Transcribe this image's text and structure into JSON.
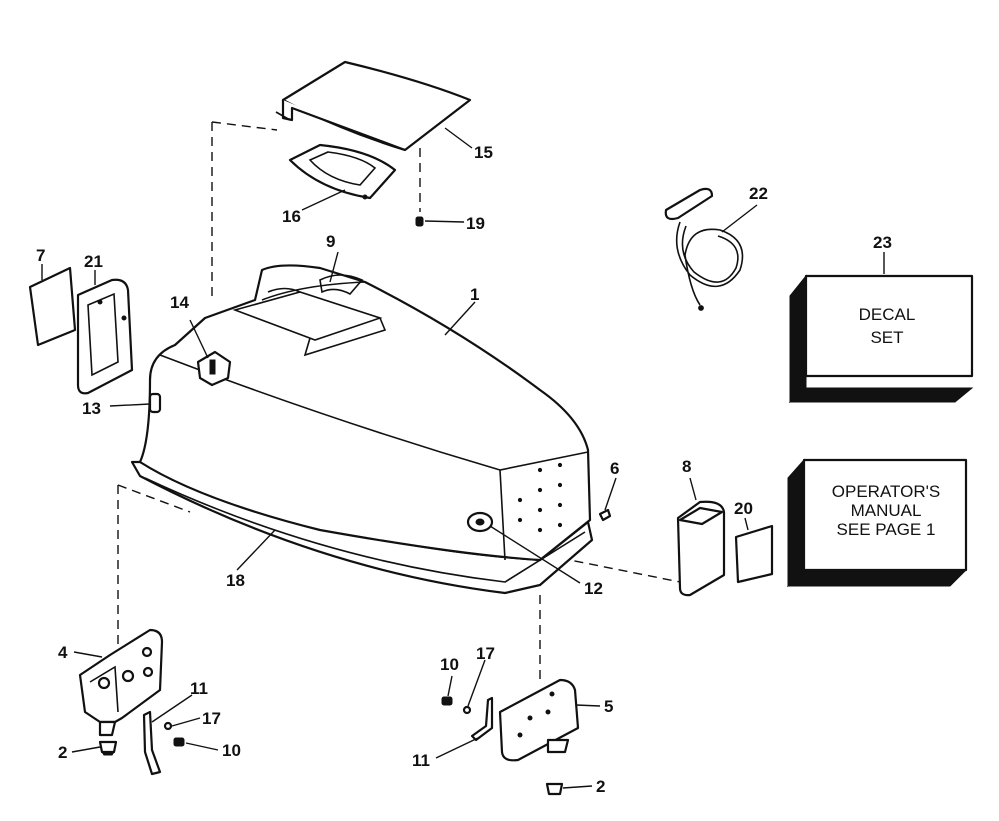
{
  "callouts": {
    "c1": "1",
    "c2a": "2",
    "c2b": "2",
    "c4": "4",
    "c5": "5",
    "c6": "6",
    "c7": "7",
    "c8": "8",
    "c9": "9",
    "c10a": "10",
    "c10b": "10",
    "c11a": "11",
    "c11b": "11",
    "c12": "12",
    "c13": "13",
    "c14": "14",
    "c15": "15",
    "c16": "16",
    "c17a": "17",
    "c17b": "17",
    "c18": "18",
    "c19": "19",
    "c20": "20",
    "c21": "21",
    "c22": "22",
    "c23": "23"
  },
  "decal_box": {
    "line1": "DECAL",
    "line2": "SET"
  },
  "manual_box": {
    "line1": "OPERATOR'S",
    "line2": "MANUAL",
    "line3": "SEE PAGE 1"
  }
}
